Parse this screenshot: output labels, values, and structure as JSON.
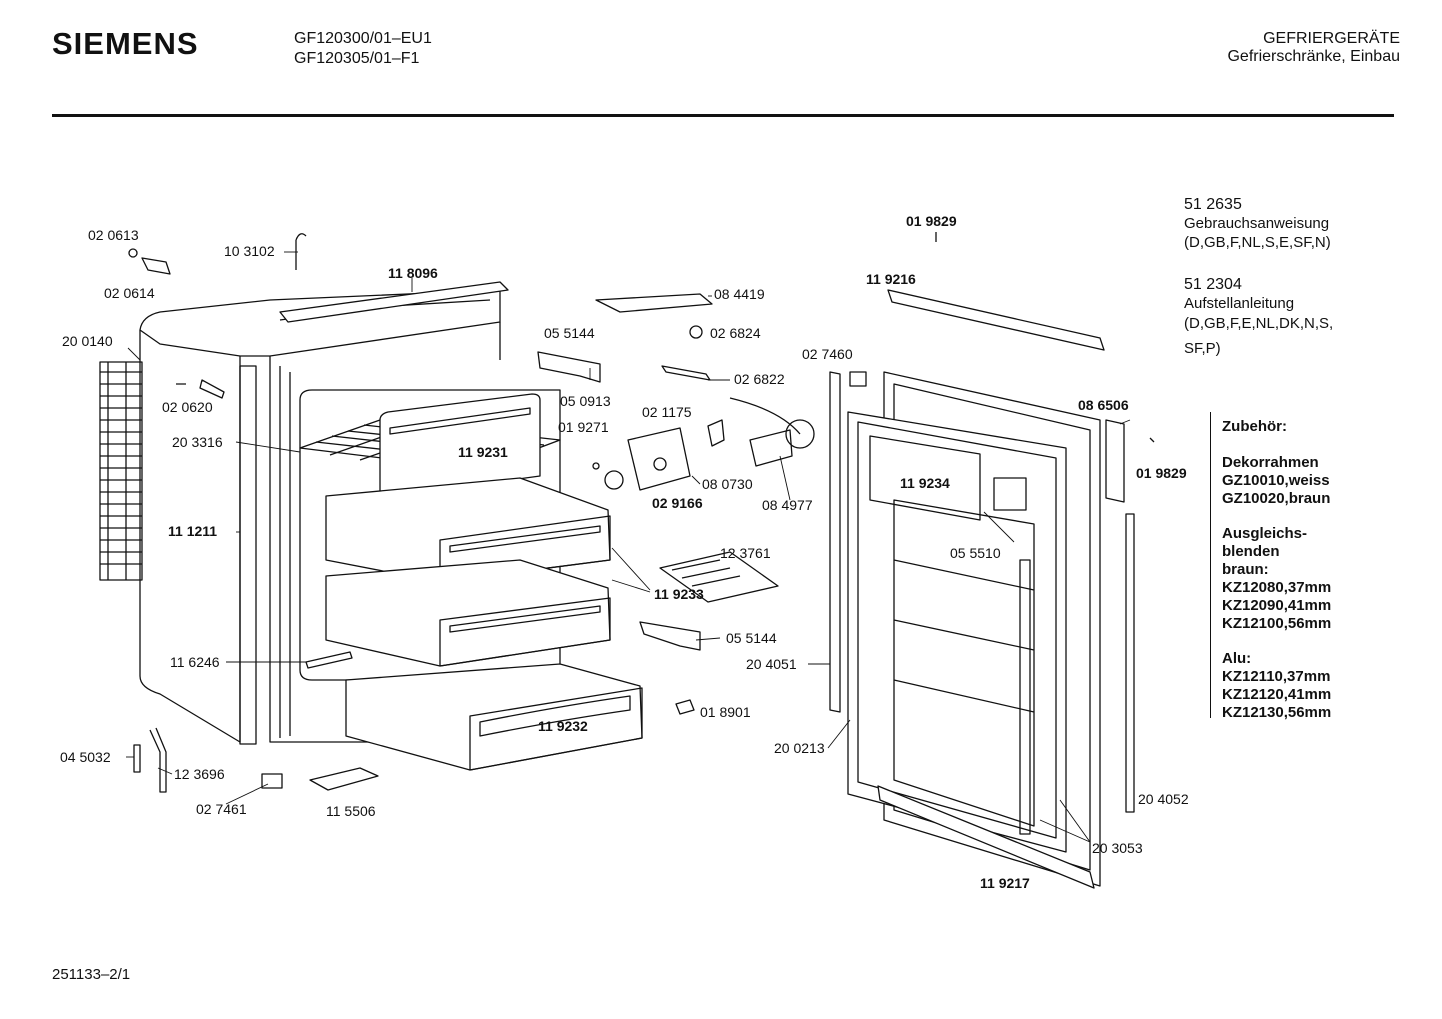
{
  "header": {
    "brand": "SIEMENS",
    "models": [
      "GF120300/01–EU1",
      "GF120305/01–F1"
    ],
    "category": [
      "GEFRIERGERÄTE",
      "Gefrierschränke, Einbau"
    ]
  },
  "documents": [
    {
      "number": "51 2635",
      "name": "Gebrauchsanweisung",
      "langs": [
        "(D,GB,F,NL,S,E,SF,N)"
      ]
    },
    {
      "number": "51 2304",
      "name": "Aufstellanleitung",
      "langs": [
        "(D,GB,F,E,NL,DK,N,S,",
        "SF,P)"
      ]
    }
  ],
  "accessories": {
    "title": "Zubehör:",
    "groups": [
      [
        "Dekorrahmen",
        "GZ10010,weiss",
        "GZ10020,braun"
      ],
      [
        "Ausgleichs-",
        "blenden",
        "braun:",
        "KZ12080,37mm",
        "KZ12090,41mm",
        "KZ12100,56mm"
      ],
      [
        "Alu:",
        "KZ12110,37mm",
        "KZ12120,41mm",
        "KZ12130,56mm"
      ]
    ]
  },
  "parts": [
    "02 0613",
    "02 0614",
    "10 3102",
    "11 8096",
    "20 0140",
    "02 0620",
    "20 3316",
    "11 9231",
    "11 1211",
    "11 6246",
    "04 5032",
    "12 3696",
    "02 7461",
    "11 5506",
    "11 9232",
    "11 9233",
    "08 4419",
    "05 5144",
    "02 6824",
    "02 6822",
    "05 0913",
    "02 1175",
    "01 9271",
    "08 0730",
    "02 9166",
    "08 4977",
    "12 3761",
    "05 5144",
    "01 8901",
    "01 9829",
    "11 9216",
    "02 7460",
    "11 9234",
    "08 6506",
    "01 9829",
    "05 5510",
    "20 4051",
    "20 0213",
    "20 4052",
    "20 3053",
    "11 9217"
  ],
  "footer": "251133–2/1"
}
